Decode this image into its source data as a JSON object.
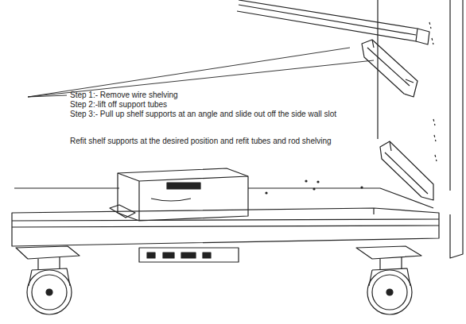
{
  "diagram": {
    "labels": [
      "Step 1:- Remove wire shelving",
      "Step 2:-lift off support tubes",
      "Step 3:- Pull up shelf supports at an angle and slide out off the side wall slot",
      "Refit shelf supports at the desired position and refit tubes and rod shelving"
    ]
  }
}
